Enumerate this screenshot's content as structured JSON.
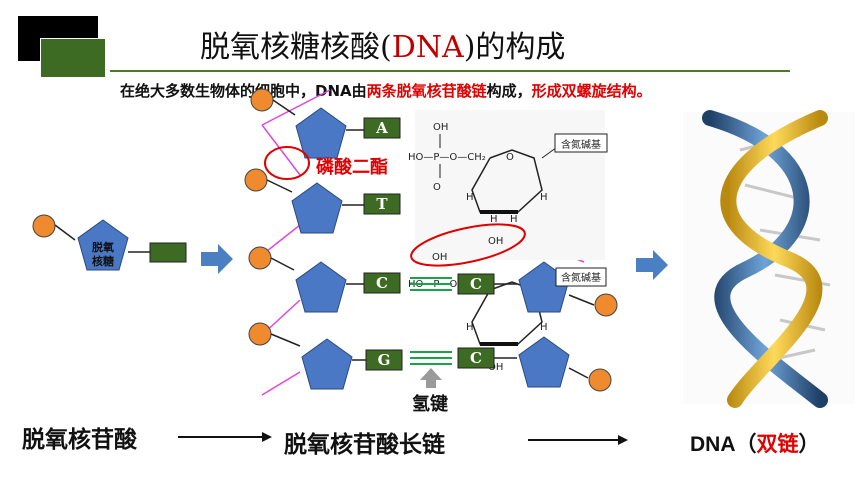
{
  "header": {
    "title_prefix": "脱氧核糖核酸(",
    "title_accent": "DNA",
    "title_suffix": ")的构成"
  },
  "subtitle": {
    "part1": "在绝大多数生物体的细胞中，DNA由",
    "part2": "两条脱氧核苷酸链",
    "part3": "构成，",
    "part4": "形成双螺旋结构。"
  },
  "nucleotide": {
    "sugar_label_1": "脱氧",
    "sugar_label_2": "核糖"
  },
  "chain": {
    "bases": [
      "A",
      "T",
      "C",
      "G"
    ],
    "pair_bases": [
      "C",
      "C"
    ],
    "phosphodiester_label": "磷酸二酯",
    "hydrogen_bond_label": "氢键"
  },
  "chem": {
    "oh": "OH",
    "p": "P",
    "o": "O",
    "ch2": "CH₂",
    "h": "H",
    "base_box": "含氮碱基",
    "ho_row": "HO—P—O—CH₂"
  },
  "flow": {
    "step1": "脱氧核苷酸",
    "step2": "脱氧核苷酸长链",
    "step3_prefix": "DNA（",
    "step3_accent": "双链",
    "step3_suffix": "）"
  },
  "colors": {
    "phosphate": "#ef8a2e",
    "sugar": "#4a78c4",
    "base": "#3e6b23",
    "arrow": "#4a7fc1",
    "emphasis": "#e00000",
    "backbone": "#e045e0",
    "hbond": "#1aa34a"
  }
}
